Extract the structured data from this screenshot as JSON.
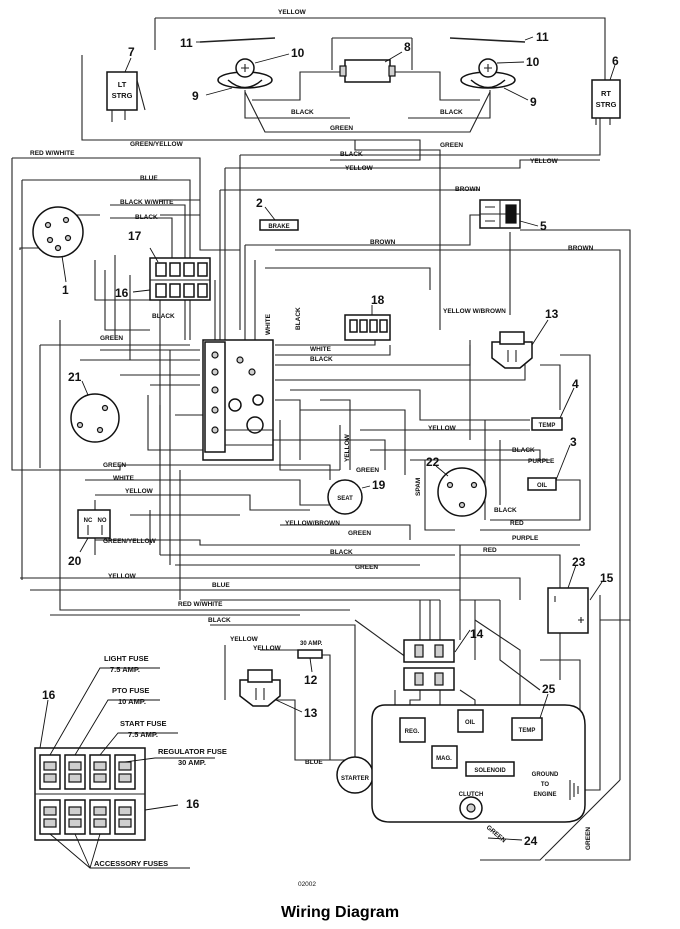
{
  "caption": "Wiring Diagram",
  "drawing_number": "02002",
  "wire_labels": {
    "yellow_top": "YELLOW",
    "green_yellow": "GREEN/YELLOW",
    "black_lamp_left": "BLACK",
    "black_lamp_right": "BLACK",
    "green_lamp_left": "GREEN",
    "green_lamp_right": "GREEN",
    "red_white_top": "RED W/WHITE",
    "black_upper": "BLACK",
    "yellow_upper": "YELLOW",
    "yellow_right": "YELLOW",
    "blue_upper": "BLUE",
    "black_white": "BLACK W/WHITE",
    "black_17": "BLACK",
    "brown_5": "BROWN",
    "brown_mid": "BROWN",
    "brown_right": "BROWN",
    "white_vert": "WHITE",
    "black_vert": "BLACK",
    "black_16": "BLACK",
    "green_left": "GREEN",
    "white_18": "WHITE",
    "black_18": "BLACK",
    "yellow_brown_13": "YELLOW W/BROWN",
    "green_21": "GREEN",
    "yellow_vert": "YELLOW",
    "yellow_mid": "YELLOW",
    "black_4": "BLACK",
    "purple_3": "PURPLE",
    "green_seat": "GREEN",
    "white_20": "WHITE",
    "yellow_20": "YELLOW",
    "yellow_brown_seat": "YELLOW/BROWN",
    "green_seat_b": "GREEN",
    "green_yellow_20": "GREEN/YELLOW",
    "black_22": "BLACK",
    "red_22": "RED",
    "purple_22": "PURPLE",
    "green_mid": "GREEN",
    "black_mid": "BLACK",
    "yellow_lower": "YELLOW",
    "red_lower": "RED",
    "blue_lower": "BLUE",
    "red_white_lower": "RED W/WHITE",
    "black_lower": "BLACK",
    "yellow_13b": "YELLOW",
    "yellow_13c": "YELLOW",
    "blue_starter": "BLUE",
    "green_engine": "GREEN",
    "green_reg": "GREEN",
    "spam_vert": "SPAM"
  },
  "component_labels": {
    "lt_strg_1": "LT",
    "lt_strg_2": "STRG",
    "rt_strg_1": "RT",
    "rt_strg_2": "STRG",
    "brake": "BRAKE",
    "seat": "SEAT",
    "temp_4": "TEMP",
    "oil_3": "OIL",
    "reg": "REG.",
    "oil_engine": "OIL",
    "temp_engine": "TEMP",
    "mag": "MAG.",
    "solenoid": "SOLENOID",
    "ground_1": "GROUND",
    "ground_2": "TO",
    "ground_3": "ENGINE",
    "starter": "STARTER",
    "clutch": "CLUTCH",
    "fuse_30": "30 AMP.",
    "nc": "NC",
    "no": "NO"
  },
  "fuse_legend": {
    "light_fuse": "LIGHT FUSE",
    "light_amp": "7.5 AMP.",
    "pto_fuse": "PTO FUSE",
    "pto_amp": "10 AMP.",
    "start_fuse": "START FUSE",
    "start_amp": "7.5 AMP.",
    "regulator_fuse": "REGULATOR FUSE",
    "regulator_amp": "30 AMP.",
    "accessory_fuses": "ACCESSORY FUSES"
  },
  "callouts": {
    "c1": "1",
    "c2": "2",
    "c3": "3",
    "c4": "4",
    "c5": "5",
    "c6": "6",
    "c7": "7",
    "c8": "8",
    "c9a": "9",
    "c9b": "9",
    "c10a": "10",
    "c10b": "10",
    "c11a": "11",
    "c11b": "11",
    "c13a": "13",
    "c13b": "13",
    "c14": "14",
    "c15": "15",
    "c16a": "16",
    "c16b": "16",
    "c16c": "16",
    "c17": "17",
    "c18": "18",
    "c19": "19",
    "c20": "20",
    "c21": "21",
    "c22": "22",
    "c23": "23",
    "c24": "24",
    "c25": "25",
    "c12": "12"
  }
}
